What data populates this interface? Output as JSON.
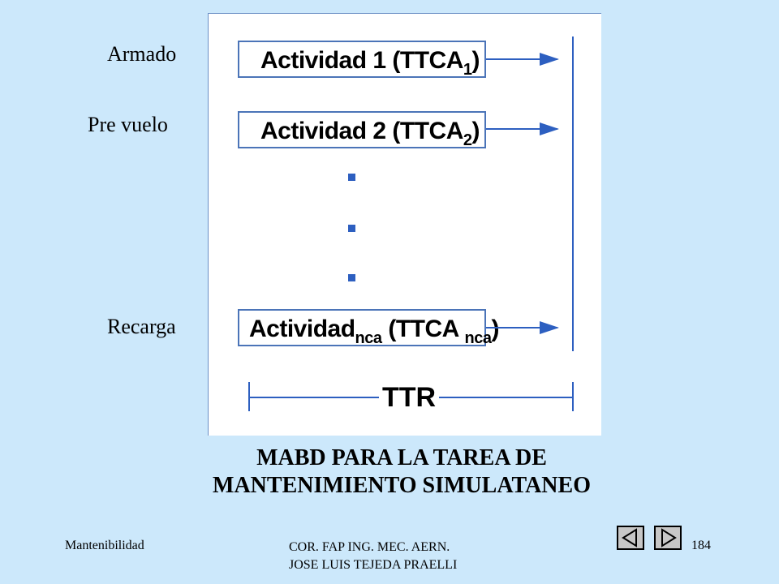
{
  "labels": {
    "armado": "Armado",
    "pre_vuelo": "Pre vuelo",
    "recarga": "Recarga"
  },
  "activities": [
    {
      "main": "Actividad 1 (TTCA",
      "sub": "1",
      "close": ")"
    },
    {
      "main": "Actividad 2 (TTCA",
      "sub": "2",
      "close": ")"
    },
    {
      "pre": "Actividad",
      "sub1": "nca",
      "mid": " (TTCA ",
      "sub2": "nca",
      "close": ")"
    }
  ],
  "ttr_label": "TTR",
  "caption": {
    "line1": "MABD PARA LA TAREA DE",
    "line2": "MANTENIMIENTO  SIMULATANEO"
  },
  "footer": {
    "left": "Mantenibilidad",
    "center_line1": "COR. FAP ING.  MEC.  AERN.",
    "center_line2": "JOSE  LUIS TEJEDA PRAELLI",
    "page_number": "184"
  },
  "nav": {
    "prev_icon": "triangle-left-icon",
    "next_icon": "triangle-right-icon"
  },
  "colors": {
    "background": "#cce8fb",
    "diagram_blue": "#2d5fc0",
    "box_border": "#4b74b8"
  }
}
